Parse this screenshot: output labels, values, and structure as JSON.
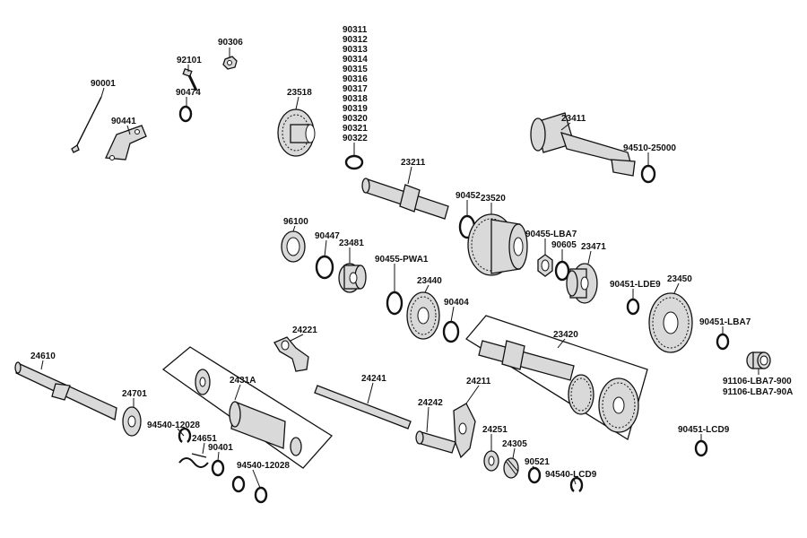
{
  "diagram": {
    "labels": {
      "p90306": "90306",
      "p92101": "92101",
      "p90001": "90001",
      "p90474": "90474",
      "p90441": "90441",
      "p23518": "23518",
      "p9031x": [
        "90311",
        "90312",
        "90313",
        "90314",
        "90315",
        "90316",
        "90317",
        "90318",
        "90319",
        "90320",
        "90321",
        "90322"
      ],
      "p23411": "23411",
      "p94510": "94510-25000",
      "p23211": "23211",
      "p90452": "90452",
      "p23520": "23520",
      "p96100": "96100",
      "p90447": "90447",
      "p23481": "23481",
      "p90455lba7": "90455-LBA7",
      "p90605": "90605",
      "p23471": "23471",
      "p90455pwa1": "90455-PWA1",
      "p23440": "23440",
      "p90404": "90404",
      "p90451lde9": "90451-LDE9",
      "p23450": "23450",
      "p90451lba7": "90451-LBA7",
      "p23420": "23420",
      "p24221": "24221",
      "p24610": "24610",
      "p2431a": "2431A",
      "p24241": "24241",
      "p24211": "24211",
      "p24701": "24701",
      "p24242": "24242",
      "p91106a": "91106-LBA7-900",
      "p91106b": "91106-LBA7-90A",
      "p94540a": "94540-12028",
      "p24651": "24651",
      "p90401": "90401",
      "p24251": "24251",
      "p24305": "24305",
      "p90451lcd9": "90451-LCD9",
      "p94540b": "94540-12028",
      "p90521": "90521",
      "p94540lcd9": "94540-LCD9"
    }
  }
}
